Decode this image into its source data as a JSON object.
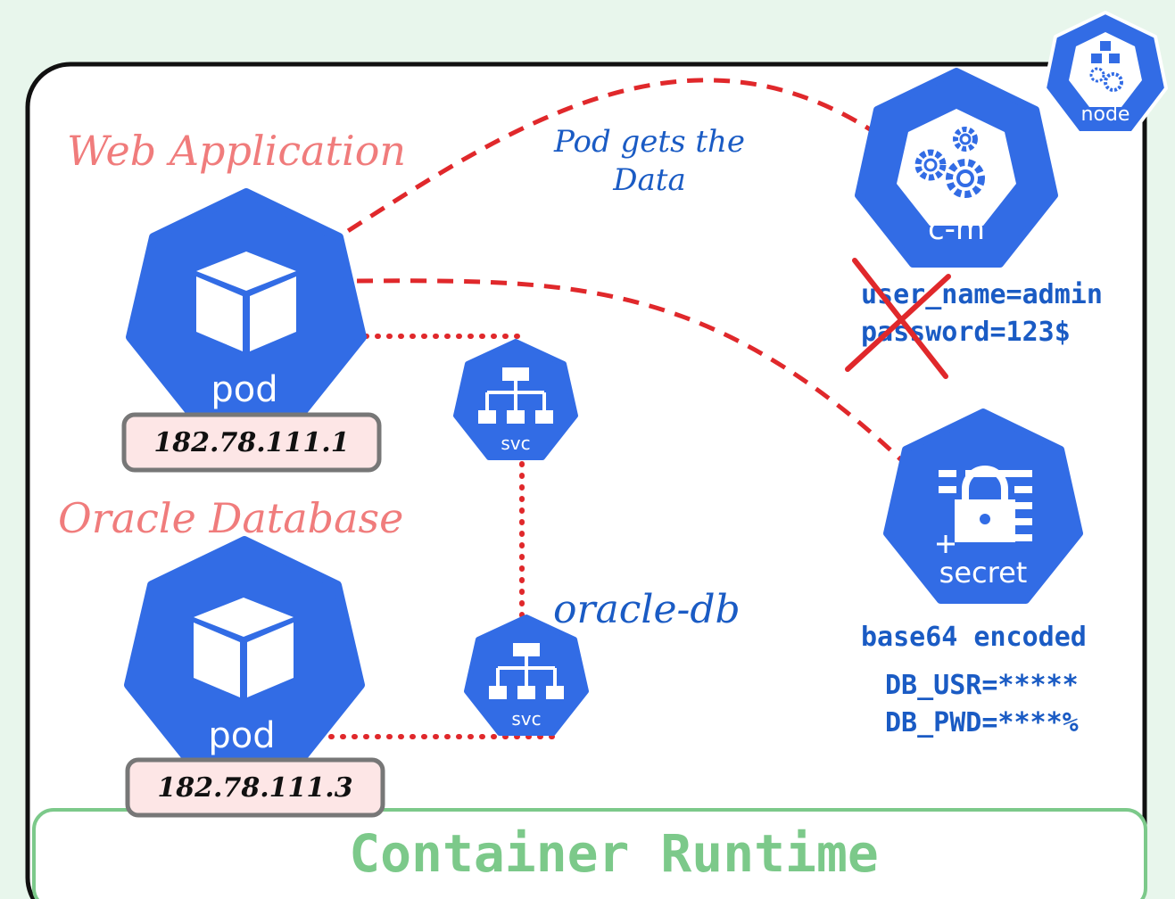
{
  "node_badge": {
    "label": "node"
  },
  "web_app": {
    "title": "Web Application",
    "pod_label": "pod",
    "ip": "182.78.111.1"
  },
  "oracle_db": {
    "title": "Oracle Database",
    "pod_label": "pod",
    "ip": "182.78.111.3"
  },
  "services": {
    "top_label": "svc",
    "bottom_label": "svc",
    "oracle_service_name": "oracle-db"
  },
  "configmap": {
    "label": "c-m",
    "annotation_line1": "Pod gets the",
    "annotation_line2": "Data",
    "entries": [
      "user_name=admin",
      "password=123$"
    ]
  },
  "secret": {
    "label": "secret",
    "encoding_note": "base64 encoded",
    "entries": [
      "DB_USR=*****",
      "DB_PWD=****%"
    ]
  },
  "runtime": {
    "label": "Container Runtime"
  },
  "colors": {
    "k8s_blue": "#326ce5",
    "annotation_red": "#f07c7c",
    "dashed_red": "#e0282b",
    "runtime_green": "#7cc98a",
    "ip_box_fill": "#fde6e6",
    "mono_text_blue": "#1a5bc4"
  }
}
